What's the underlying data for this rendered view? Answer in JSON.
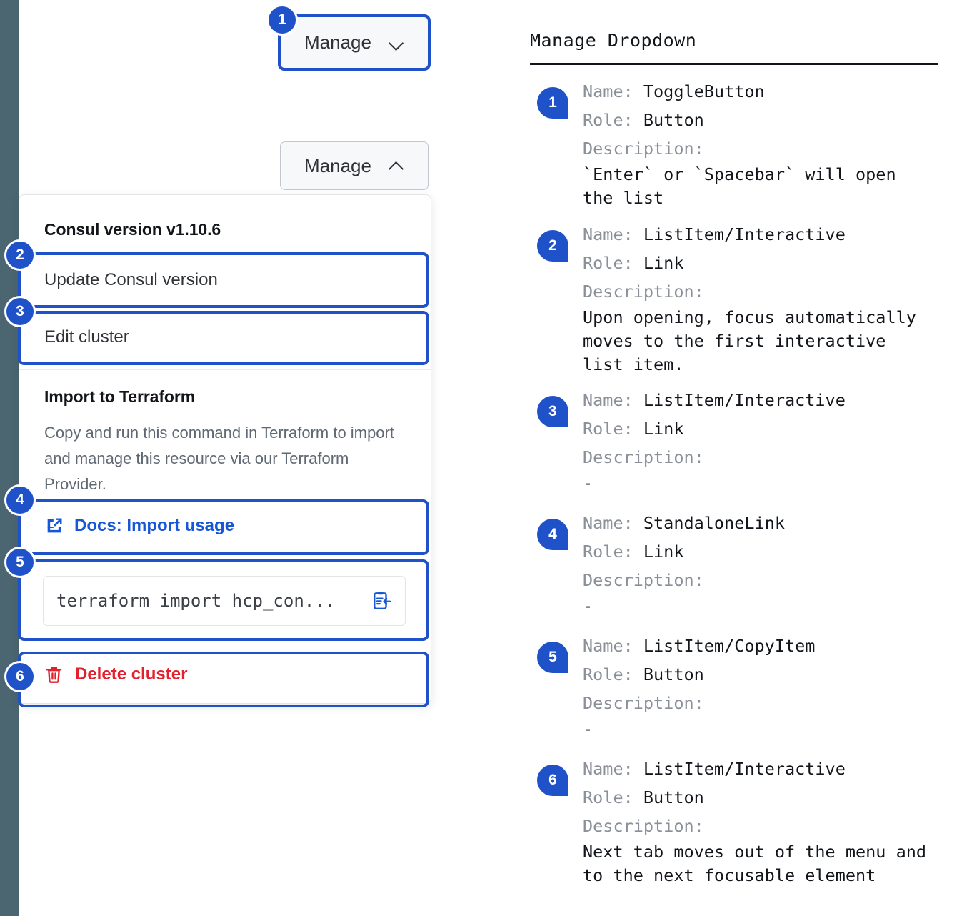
{
  "left_rail": {
    "color": "#4b6670"
  },
  "accent": {
    "blue": "#1f52c8",
    "link_blue": "#1657d8",
    "danger_red": "#e2202e"
  },
  "mock": {
    "toggle_button_closed": {
      "label": "Manage",
      "icon": "chevron-down-icon"
    },
    "toggle_button_open": {
      "label": "Manage",
      "icon": "chevron-up-icon"
    },
    "menu": {
      "version_heading": "Consul version v1.10.6",
      "update_item": "Update Consul version",
      "edit_item": "Edit cluster",
      "terraform_heading": "Import to Terraform",
      "terraform_description": "Copy and run this command in Terraform to import and manage this resource via our Terraform Provider.",
      "docs_link": "Docs: Import usage",
      "docs_icon": "external-doc-icon",
      "copy_command": "terraform import hcp_con...",
      "copy_icon": "clipboard-copy-icon",
      "delete_item": "Delete cluster",
      "delete_icon": "trash-icon"
    }
  },
  "markers": [
    "1",
    "2",
    "3",
    "4",
    "5",
    "6"
  ],
  "doc": {
    "title": "Manage Dropdown",
    "labels": {
      "name": "Name:",
      "role": "Role:",
      "description": "Description:"
    },
    "entries": [
      {
        "marker": "1",
        "name": "ToggleButton",
        "role": "Button",
        "description": "`Enter` or `Spacebar` will open\nthe list"
      },
      {
        "marker": "2",
        "name": "ListItem/Interactive",
        "role": "Link",
        "description": "Upon opening, focus automatically\nmoves to the first interactive\nlist item."
      },
      {
        "marker": "3",
        "name": "ListItem/Interactive",
        "role": "Link",
        "description": "-"
      },
      {
        "marker": "4",
        "name": "StandaloneLink",
        "role": "Link",
        "description": "-"
      },
      {
        "marker": "5",
        "name": "ListItem/CopyItem",
        "role": "Button",
        "description": "-"
      },
      {
        "marker": "6",
        "name": "ListItem/Interactive",
        "role": "Button",
        "description": "Next tab moves out of the menu and\nto the next focusable element"
      }
    ]
  }
}
